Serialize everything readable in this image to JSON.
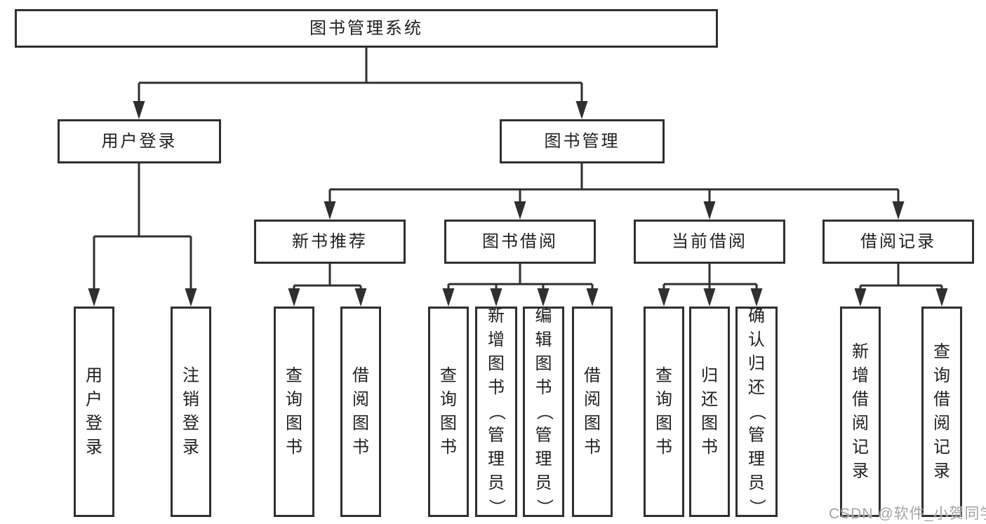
{
  "tree": {
    "root": "图书管理系统",
    "level2": {
      "user": "用户登录",
      "book": "图书管理"
    },
    "level3": {
      "recommend": "新书推荐",
      "borrow": "图书借阅",
      "current": "当前借阅",
      "records": "借阅记录"
    },
    "leaves": {
      "user": [
        "用户登录",
        "注销登录"
      ],
      "recommend": [
        "查询图书",
        "借阅图书"
      ],
      "borrow": [
        "查询图书",
        "新增图书（管理员）",
        "编辑图书（管理员）",
        "借阅图书"
      ],
      "current": [
        "查询图书",
        "归还图书",
        "确认归还（管理员）"
      ],
      "records": [
        "新增借阅记录",
        "查询借阅记录"
      ]
    }
  },
  "watermark": "CSDN @软件_小贺同学",
  "colors": {
    "line": "#2f2f2f",
    "text": "#1f1f1f",
    "watermark": "#a3a3a3",
    "background": "#ffffff"
  }
}
